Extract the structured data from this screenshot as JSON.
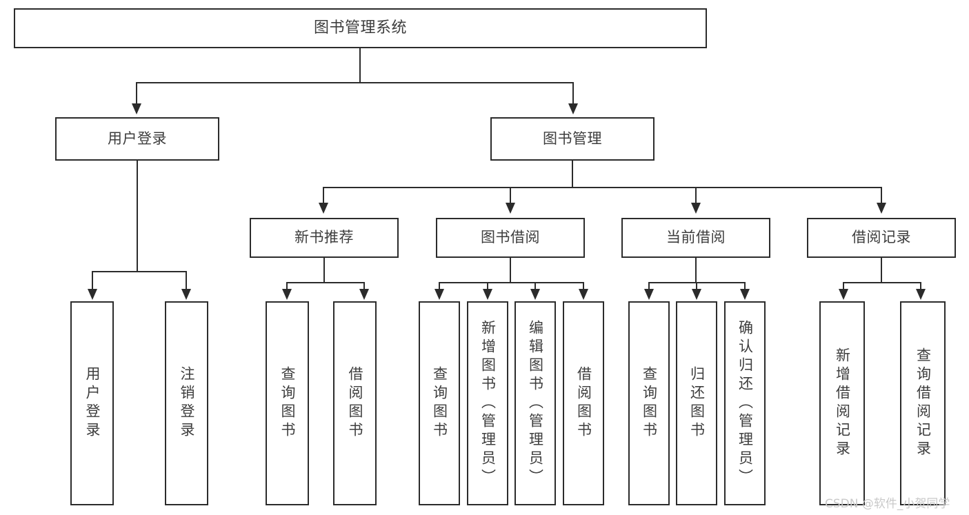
{
  "diagram": {
    "type": "tree",
    "title": "图书管理系统",
    "root": {
      "label": "图书管理系统"
    },
    "level1": [
      {
        "label": "用户登录"
      },
      {
        "label": "图书管理"
      }
    ],
    "level2": [
      {
        "label": "新书推荐"
      },
      {
        "label": "图书借阅"
      },
      {
        "label": "当前借阅"
      },
      {
        "label": "借阅记录"
      }
    ],
    "leaves": {
      "user_login": [
        {
          "label": "用户登录"
        },
        {
          "label": "注销登录"
        }
      ],
      "new_book_recommend": [
        {
          "label": "查询图书"
        },
        {
          "label": "借阅图书"
        }
      ],
      "book_borrow": [
        {
          "label": "查询图书"
        },
        {
          "label": "新增图书（管理员）"
        },
        {
          "label": "编辑图书（管理员）"
        },
        {
          "label": "借阅图书"
        }
      ],
      "current_borrow": [
        {
          "label": "查询图书"
        },
        {
          "label": "归还图书"
        },
        {
          "label": "确认归还（管理员）"
        }
      ],
      "borrow_record": [
        {
          "label": "新增借阅记录"
        },
        {
          "label": "查询借阅记录"
        }
      ]
    },
    "colors": {
      "stroke": "#2b2b2b",
      "text": "#3d3d3d",
      "background": "#ffffff",
      "watermark": "#c9c9c9"
    }
  },
  "watermark": {
    "text": "CSDN @软件_小贺同学"
  }
}
